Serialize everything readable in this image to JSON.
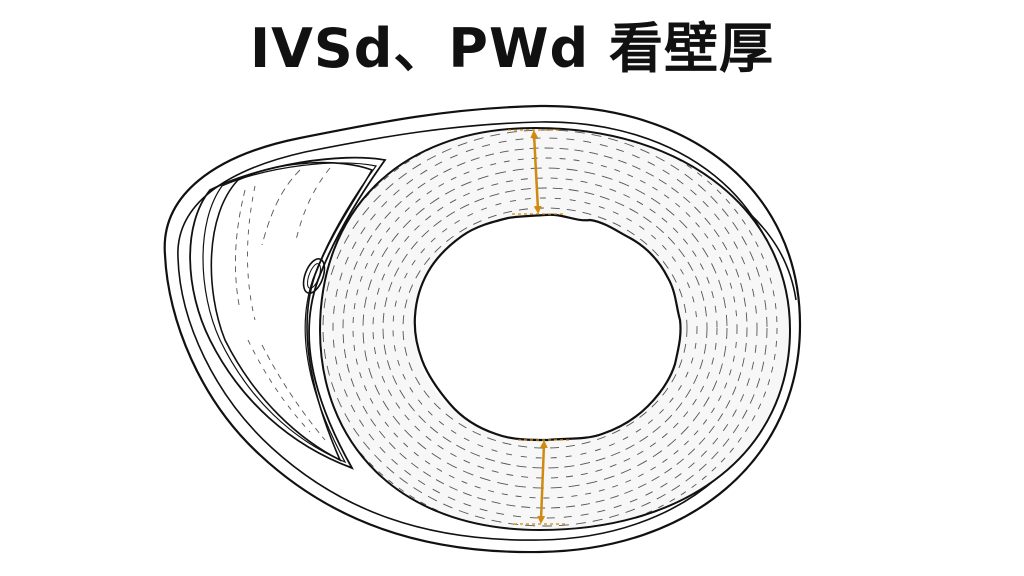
{
  "title": "IVSd、PWd 看壁厚",
  "colors": {
    "background": "#ffffff",
    "outline": "#111111",
    "fiber": "#555555",
    "arrow": "#d08a10"
  },
  "diagram": {
    "subject": "heart-short-axis-cross-section",
    "measurements": [
      {
        "name": "ivsd-arrow",
        "icon": "double-headed-arrow"
      },
      {
        "name": "pwd-arrow",
        "icon": "double-headed-arrow"
      }
    ]
  }
}
